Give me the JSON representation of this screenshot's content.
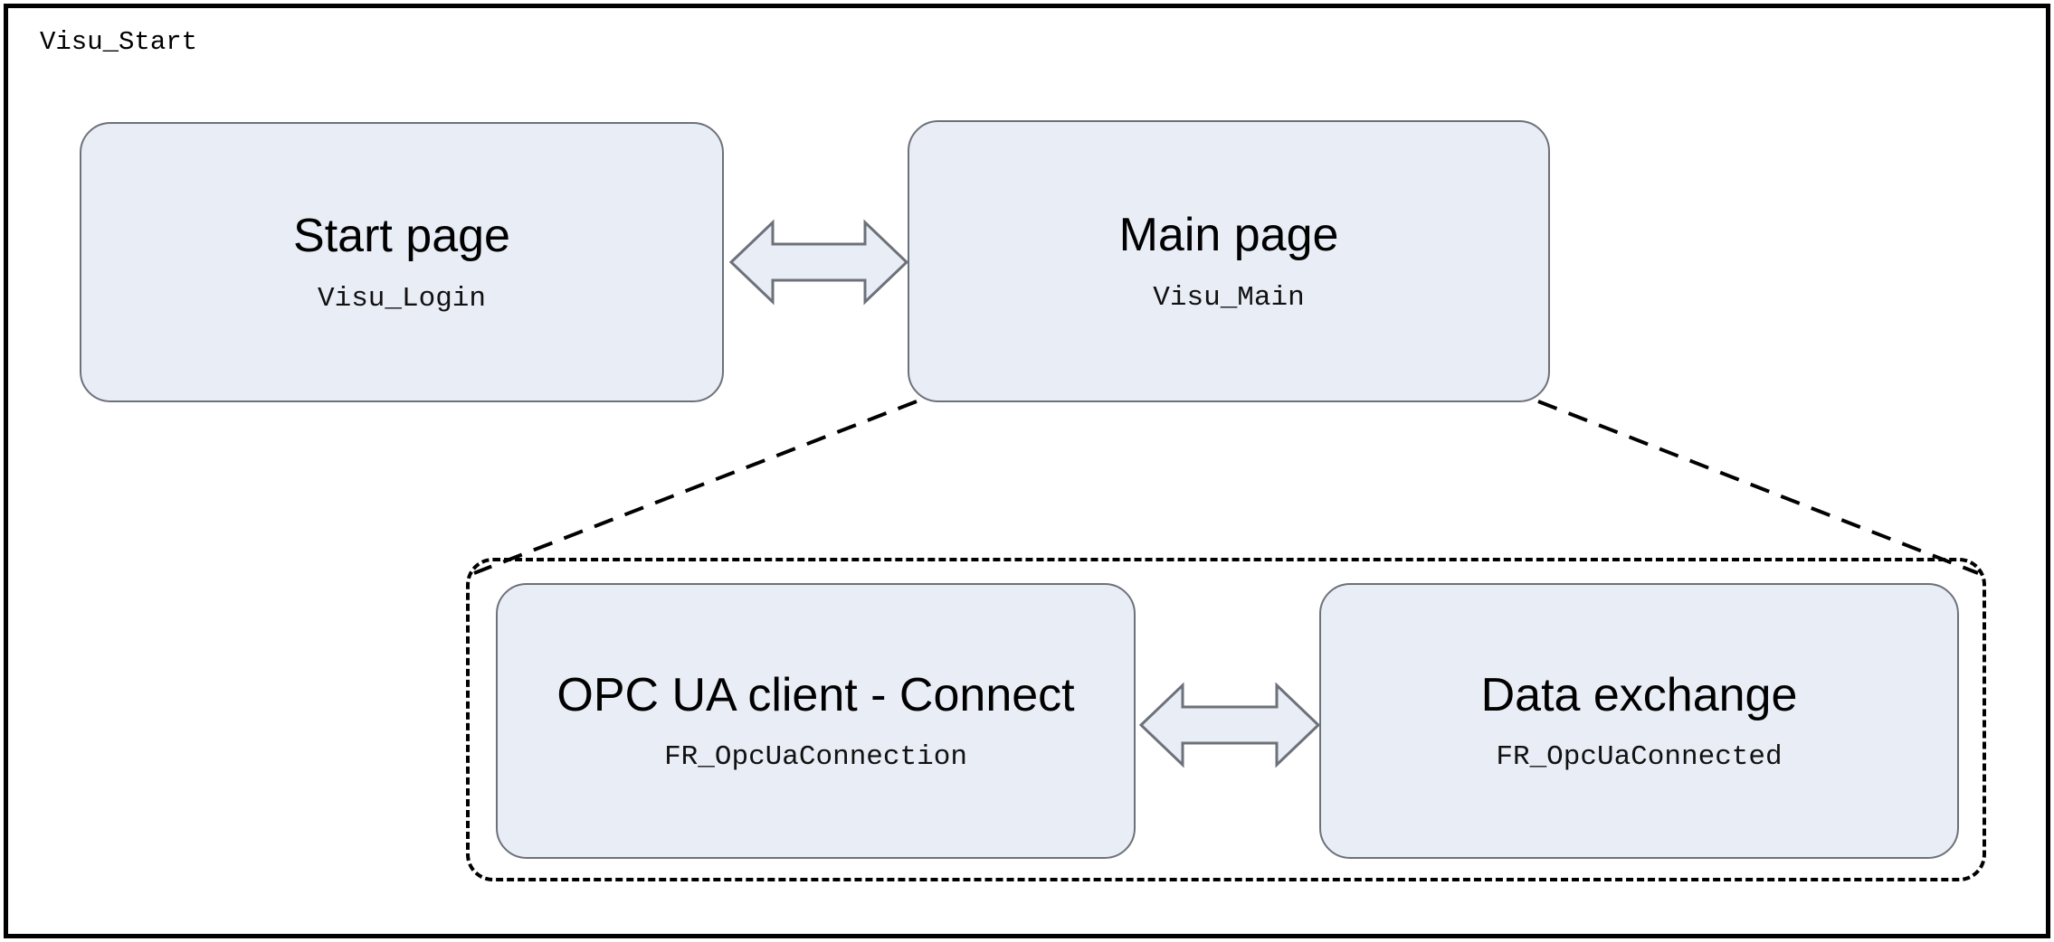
{
  "diagram": {
    "frame_label": "Visu_Start",
    "background_color": "#ffffff",
    "frame_border_color": "#000000",
    "node_fill_color": "#e9edf6",
    "node_border_color": "#6d7179",
    "arrow_fill_color": "#e9edf6",
    "arrow_border_color": "#6d7179",
    "group_border_color": "#000000",
    "connector_color": "#000000"
  },
  "nodes": {
    "start_page": {
      "title": "Start page",
      "subtitle": "Visu_Login"
    },
    "main_page": {
      "title": "Main page",
      "subtitle": "Visu_Main"
    },
    "opcua_connect": {
      "title": "OPC UA client - Connect",
      "subtitle": "FR_OpcUaConnection"
    },
    "data_exchange": {
      "title": "Data exchange",
      "subtitle": "FR_OpcUaConnected"
    }
  },
  "connectors": {
    "start_main_arrow": "bidirectional-arrow",
    "opcua_data_arrow": "bidirectional-arrow",
    "main_to_group_left": "dashed-line",
    "main_to_group_right": "dashed-line"
  }
}
